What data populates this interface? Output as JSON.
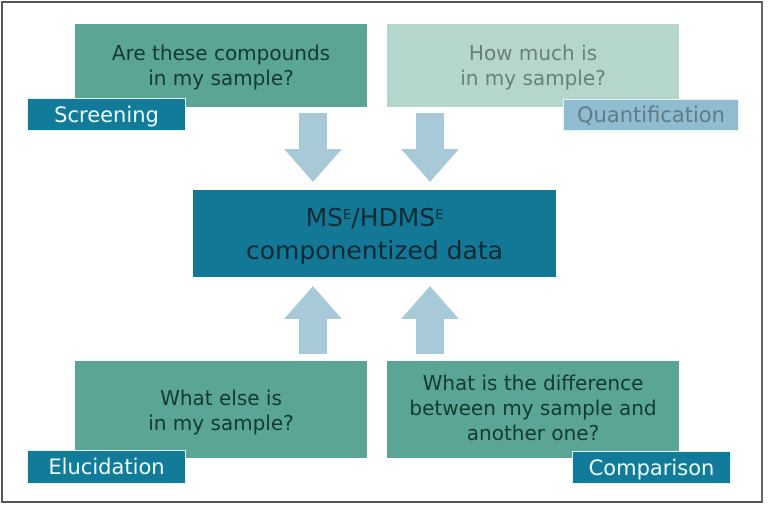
{
  "colors": {
    "question_dark": "#5aa595",
    "question_light": "#b5d6cd",
    "tag_dark": "#127b9a",
    "tag_light": "#8fbcd0",
    "center": "#127895",
    "arrow": "#a8cad8"
  },
  "center": {
    "line1_part1": "MS",
    "line1_sup1": "E",
    "line1_part2": "/HDMS",
    "line1_sup2": "E",
    "line2": "componentized data"
  },
  "quadrants": [
    {
      "id": "screening",
      "question_line1": "Are these compounds",
      "question_line2": "in my sample?",
      "tag": "Screening",
      "arrow": "down"
    },
    {
      "id": "quantification",
      "question_line1": "How much is",
      "question_line2": "in my sample?",
      "tag": "Quantification",
      "arrow": "down"
    },
    {
      "id": "elucidation",
      "question_line1": "What else is",
      "question_line2": "in my sample?",
      "tag": "Elucidation",
      "arrow": "up"
    },
    {
      "id": "comparison",
      "question_line1": "What is the difference",
      "question_line2": "between my sample and",
      "question_line3": "another one?",
      "tag": "Comparison",
      "arrow": "up"
    }
  ]
}
